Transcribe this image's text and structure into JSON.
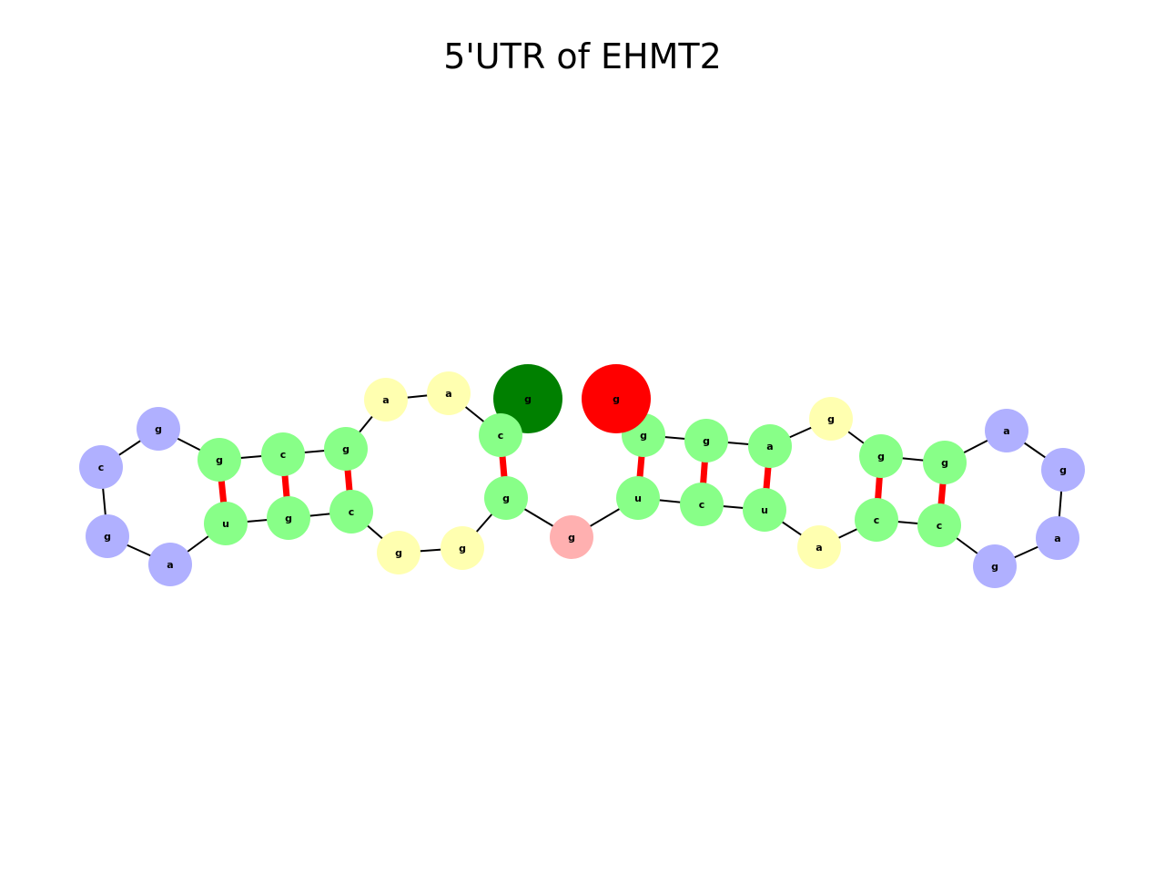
{
  "title": "5'UTR of EHMT2",
  "colors": {
    "stem": "#88ff88",
    "hairpin_loop": "#b0b0ff",
    "internal_loop": "#ffffb0",
    "exterior": "#ffb0b0",
    "five_prime_marker": "#008000",
    "three_prime_marker": "#ff0000",
    "backbone": "#000000",
    "base_pair": "#ff0000"
  },
  "nucleotides": [
    {
      "base": "g",
      "region": "five_prime_marker"
    },
    {
      "base": "c",
      "region": "stem"
    },
    {
      "base": "a",
      "region": "internal_loop"
    },
    {
      "base": "a",
      "region": "internal_loop"
    },
    {
      "base": "g",
      "region": "stem"
    },
    {
      "base": "c",
      "region": "stem"
    },
    {
      "base": "g",
      "region": "stem"
    },
    {
      "base": "g",
      "region": "hairpin_loop"
    },
    {
      "base": "c",
      "region": "hairpin_loop"
    },
    {
      "base": "g",
      "region": "hairpin_loop"
    },
    {
      "base": "a",
      "region": "hairpin_loop"
    },
    {
      "base": "u",
      "region": "stem"
    },
    {
      "base": "g",
      "region": "stem"
    },
    {
      "base": "c",
      "region": "stem"
    },
    {
      "base": "g",
      "region": "internal_loop"
    },
    {
      "base": "g",
      "region": "internal_loop"
    },
    {
      "base": "g",
      "region": "stem"
    },
    {
      "base": "g",
      "region": "exterior"
    },
    {
      "base": "u",
      "region": "stem"
    },
    {
      "base": "c",
      "region": "stem"
    },
    {
      "base": "u",
      "region": "stem"
    },
    {
      "base": "a",
      "region": "internal_loop"
    },
    {
      "base": "c",
      "region": "stem"
    },
    {
      "base": "c",
      "region": "stem"
    },
    {
      "base": "g",
      "region": "hairpin_loop"
    },
    {
      "base": "a",
      "region": "hairpin_loop"
    },
    {
      "base": "g",
      "region": "hairpin_loop"
    },
    {
      "base": "a",
      "region": "hairpin_loop"
    },
    {
      "base": "g",
      "region": "stem"
    },
    {
      "base": "g",
      "region": "stem"
    },
    {
      "base": "g",
      "region": "internal_loop"
    },
    {
      "base": "a",
      "region": "stem"
    },
    {
      "base": "g",
      "region": "stem"
    },
    {
      "base": "g",
      "region": "stem"
    },
    {
      "base": "g",
      "region": "three_prime_marker"
    }
  ],
  "base_pairs": [
    [
      1,
      16
    ],
    [
      4,
      13
    ],
    [
      5,
      12
    ],
    [
      6,
      11
    ],
    [
      18,
      33
    ],
    [
      19,
      32
    ],
    [
      20,
      31
    ],
    [
      22,
      29
    ],
    [
      23,
      28
    ]
  ]
}
